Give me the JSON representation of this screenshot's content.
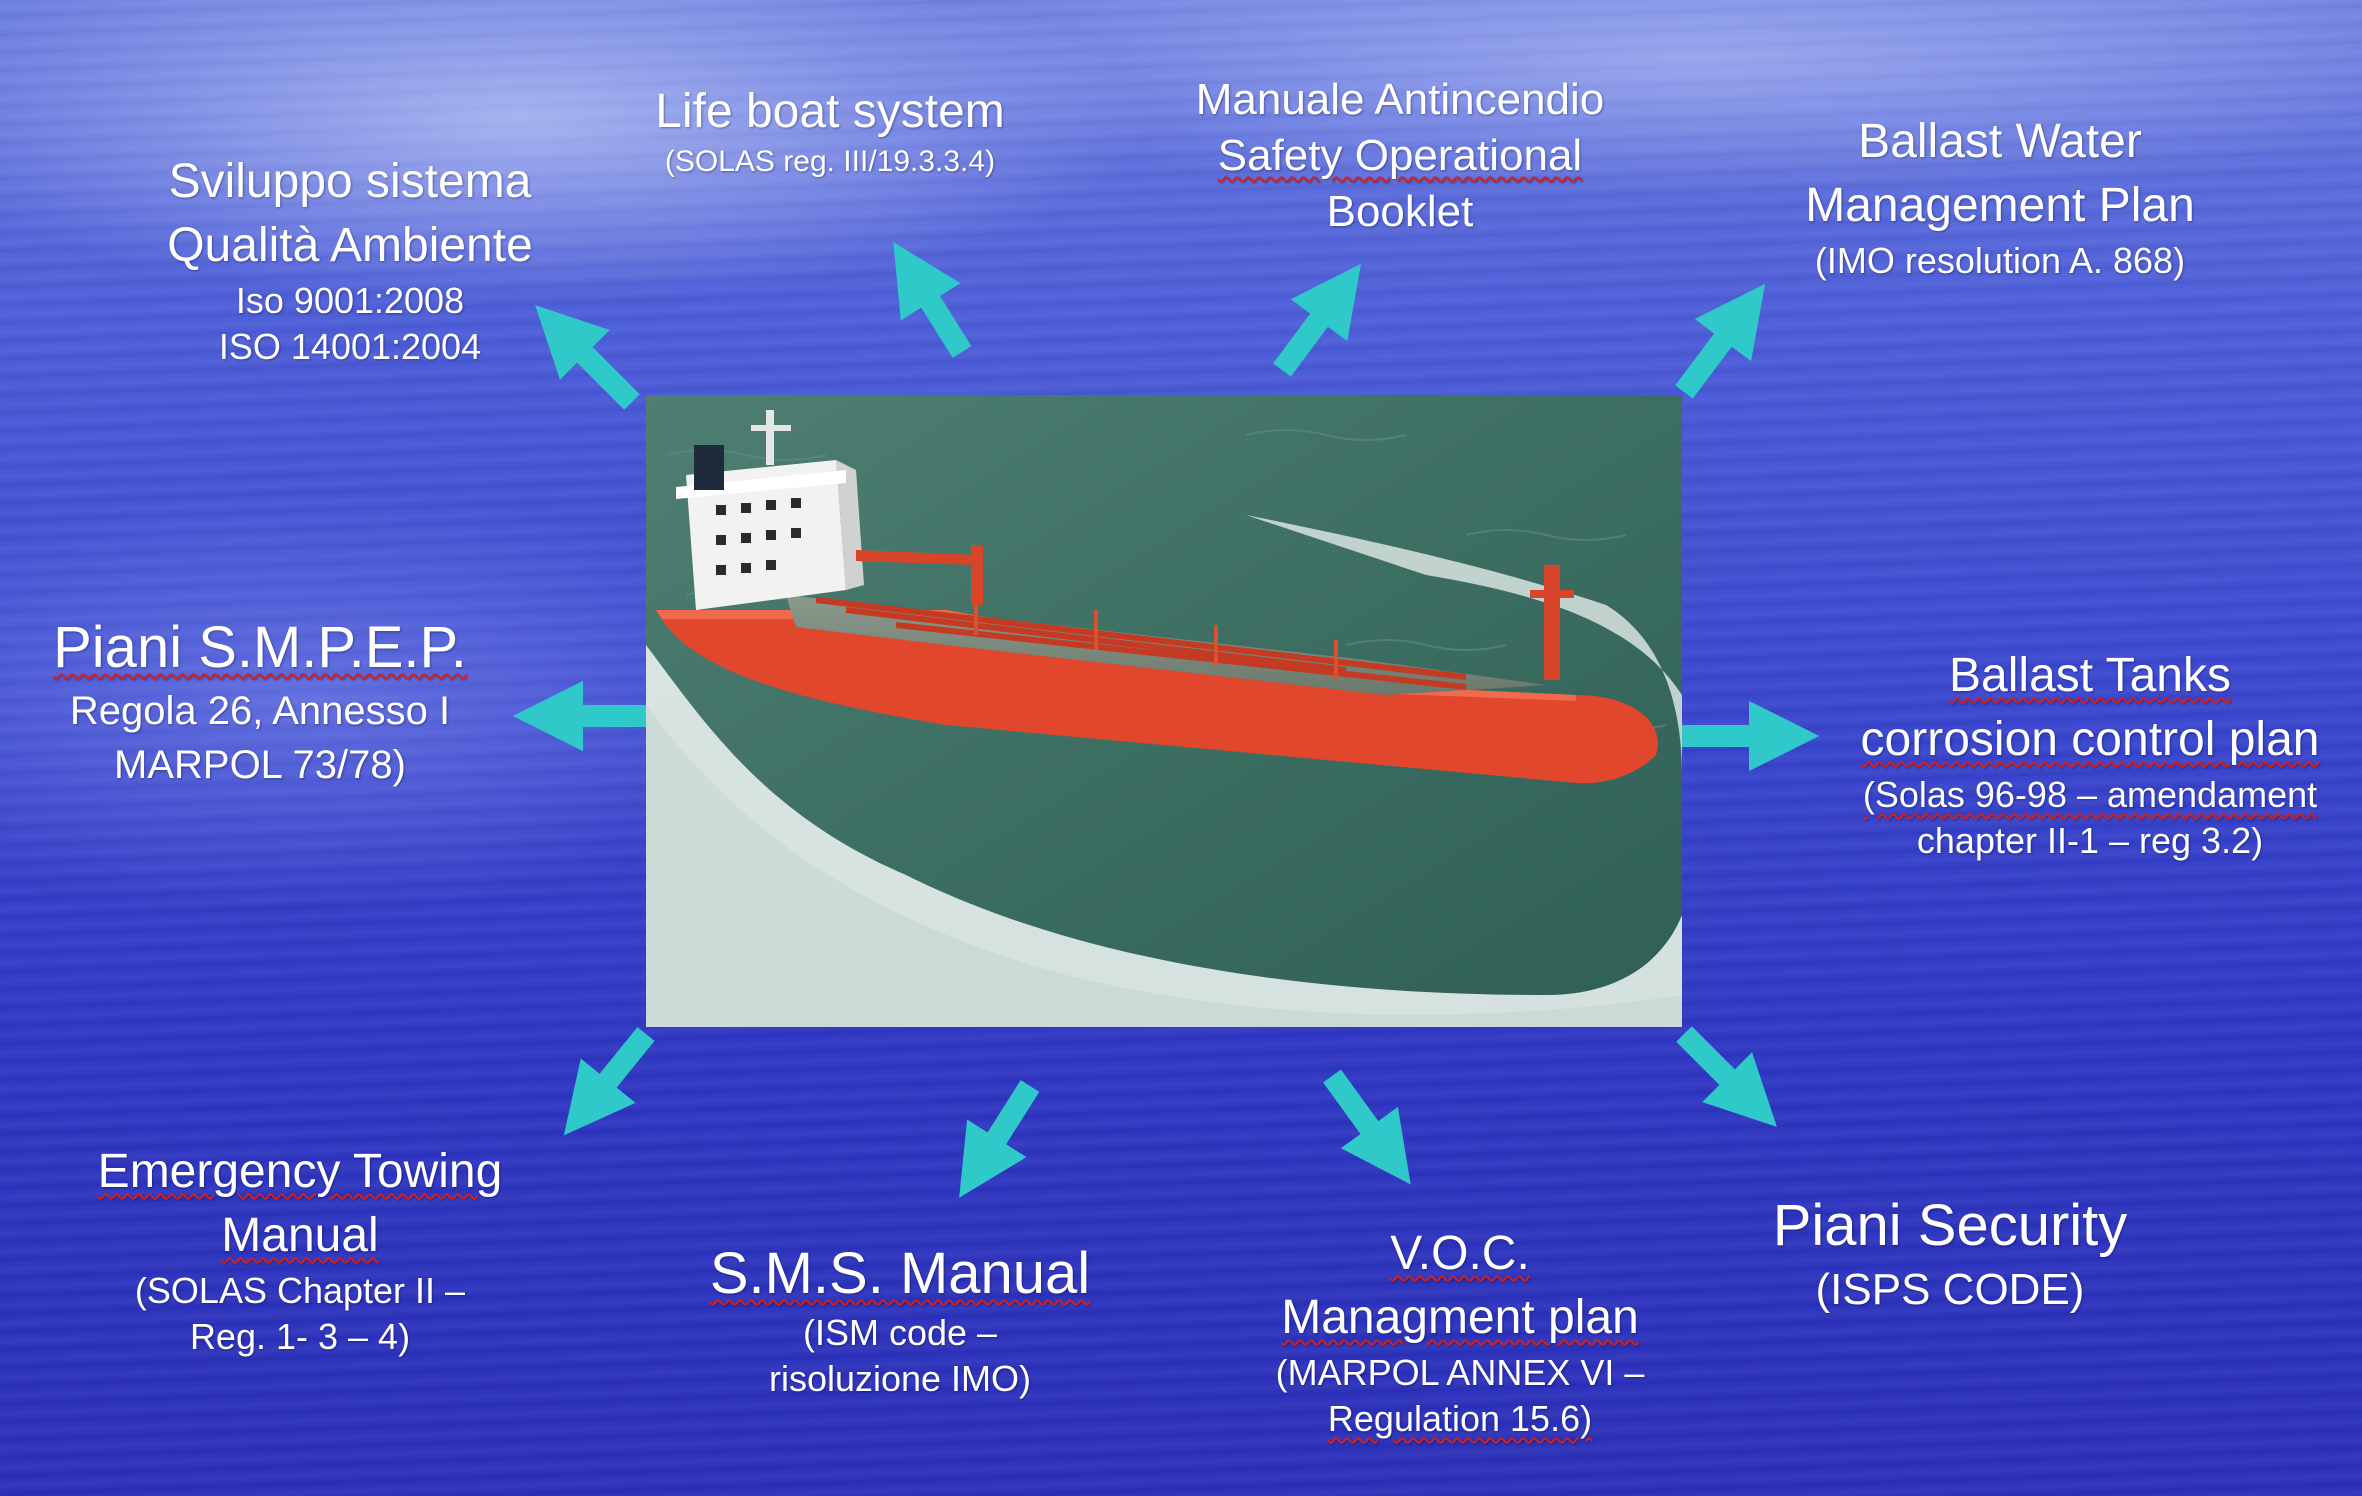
{
  "center_image": {
    "alt": "red chemical tanker at sea",
    "hull_color": "#e0472c",
    "sea_color": "#3d6e62"
  },
  "arrow_color": "#30c9c9",
  "labels": {
    "life_boat": {
      "title": "Life boat system",
      "sub": "(SOLAS reg. III/19.3.3.4)"
    },
    "manuale": {
      "line1": "Manuale Antincendio",
      "line2": "Safety Operational",
      "line3": "Booklet"
    },
    "ballast_water": {
      "line1": "Ballast Water",
      "line2": "Management Plan",
      "sub": "(IMO resolution A. 868)"
    },
    "sviluppo": {
      "line1": "Sviluppo sistema",
      "line2": "Qualità Ambiente",
      "line3": "Iso 9001:2008",
      "line4": "ISO 14001:2004"
    },
    "smpep": {
      "title": "Piani S.M.P.E.P.",
      "line2": "Regola 26, Annesso I",
      "line3": "MARPOL 73/78)"
    },
    "ballast_tanks": {
      "line1": "Ballast Tanks",
      "line2": "corrosion control plan",
      "line3": "(Solas 96-98 – amendament",
      "line4": "chapter II-1 – reg 3.2)"
    },
    "emergency": {
      "line1": "Emergency Towing",
      "line2": "Manual",
      "line3": "(SOLAS Chapter II –",
      "line4": "Reg. 1- 3 – 4)"
    },
    "sms": {
      "title": "S.M.S. Manual",
      "line2": "(ISM code –",
      "line3": "risoluzione IMO)"
    },
    "voc": {
      "line1": "V.O.C.",
      "line2": "Managment plan",
      "line3": "(MARPOL ANNEX VI –",
      "line4": "Regulation 15.6)"
    },
    "security": {
      "title": "Piani Security",
      "sub": "(ISPS CODE)"
    }
  }
}
